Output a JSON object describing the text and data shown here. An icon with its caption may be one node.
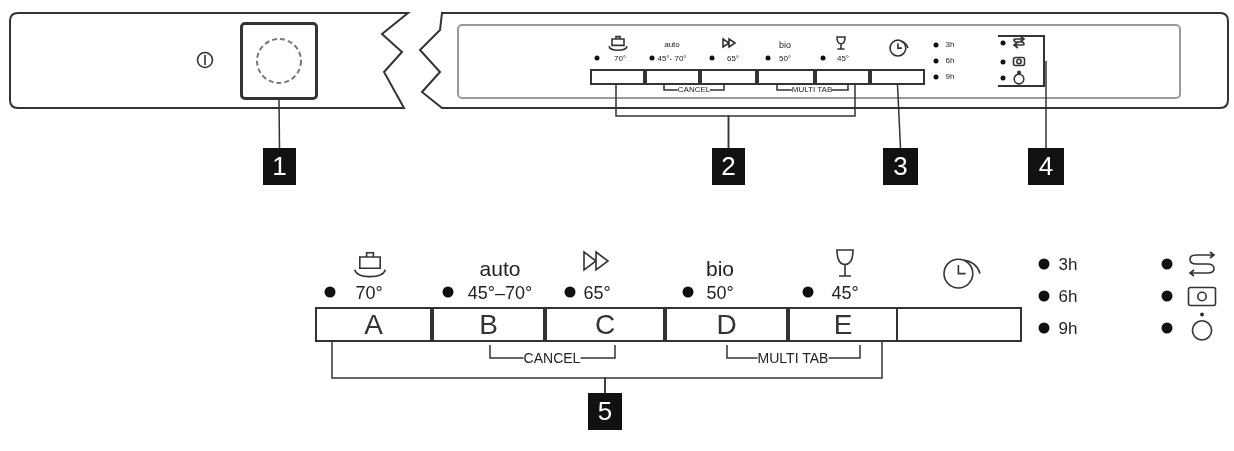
{
  "diagram": {
    "nodes": [
      {
        "text": [
          "1"
        ]
      },
      {
        "text": [],
        "shape": "box"
      },
      {
        "text": [
          "2"
        ]
      },
      {
        "text": [],
        "shape": "box"
      },
      {
        "text": [],
        "shape": "box"
      },
      {
        "text": [],
        "shape": "box"
      },
      {
        "text": [],
        "shape": "box"
      },
      {
        "text": [],
        "shape": "box"
      },
      {
        "text": [],
        "shape": "box"
      },
      {
        "text": [
          "3"
        ]
      },
      {
        "text": [
          "4"
        ]
      },
      {
        "text": [],
        "shape": "box"
      },
      {
        "text": [
          "5"
        ]
      },
      {
        "text": [
          "A"
        ]
      },
      {
        "text": [
          "B"
        ]
      },
      {
        "text": [
          "C"
        ]
      },
      {
        "text": [
          "D"
        ]
      },
      {
        "text": [
          "E"
        ]
      },
      {
        "text": [],
        "shape": "box"
      }
    ],
    "edges": [
      {
        "from": 0,
        "to": 1,
        "arrow": "none"
      },
      {
        "from": 2,
        "to": 3,
        "arrow": "none"
      },
      {
        "from": 2,
        "to": 7,
        "arrow": "none"
      },
      {
        "from": 9,
        "to": 8,
        "arrow": "none"
      },
      {
        "from": 10,
        "to": 11,
        "arrow": "none"
      },
      {
        "from": 12,
        "to": 13,
        "arrow": "none"
      },
      {
        "from": 12,
        "to": 17,
        "arrow": "none"
      }
    ],
    "labels": [
      "70°",
      "auto",
      "45°- 70°",
      "65°",
      "bio",
      "50°",
      "45°",
      "CANCEL",
      "MULTI TAB",
      "3h",
      "6h",
      "9h",
      "70°",
      "auto",
      "45°–70°",
      "65°",
      "bio",
      "50°",
      "45°",
      "CANCEL",
      "MULTI TAB",
      "3h",
      "6h",
      "9h"
    ]
  }
}
